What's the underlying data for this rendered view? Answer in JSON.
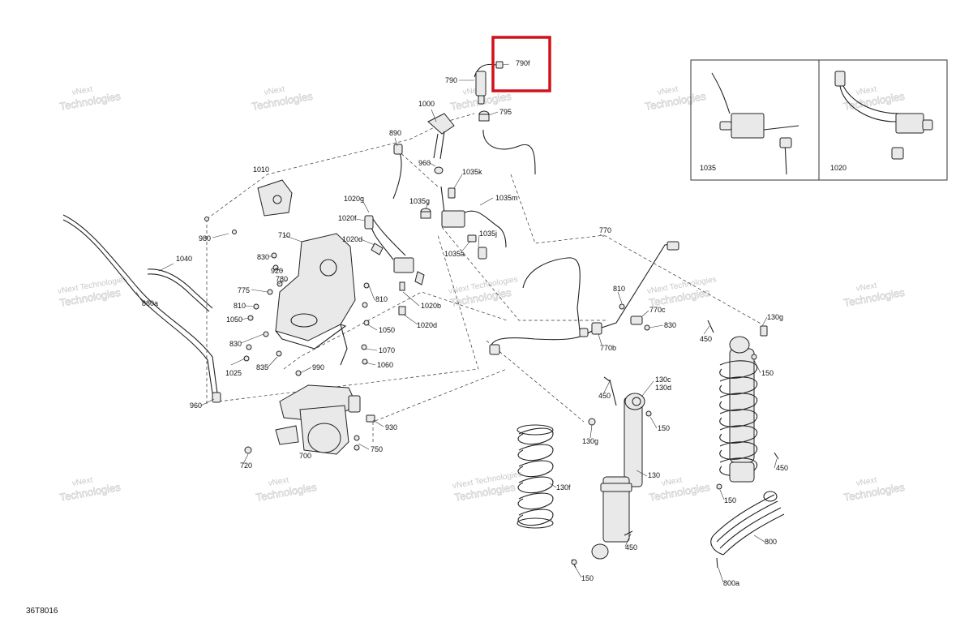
{
  "diagram_id": "36T8016",
  "highlight_color": "#d0121b",
  "watermark": {
    "line1": "vNext",
    "line2": "Technologies",
    "inline": "vNext Technologies"
  },
  "labels": {
    "l790f": "790f",
    "l790": "790",
    "l795": "795",
    "l1000": "1000",
    "l890": "890",
    "l960a": "960",
    "l1035k": "1035k",
    "l1035g": "1035g",
    "l1035m": "1035m",
    "l1010": "1010",
    "l1020g": "1020g",
    "l1020f": "1020f",
    "l1020d": "1020d",
    "l1035j": "1035j",
    "l1035a": "1035a",
    "l980": "980",
    "l710": "710",
    "l830a": "830",
    "l920": "920",
    "l780": "780",
    "l775": "775",
    "l810a": "810",
    "l1050a": "1050",
    "l830b": "830",
    "l1025": "1025",
    "l835": "835",
    "l810b": "810",
    "l1020b": "1020b",
    "l1020d2": "1020d",
    "l1050b": "1050",
    "l1070": "1070",
    "l1060": "1060",
    "l990": "990",
    "l930": "930",
    "l750": "750",
    "l700": "700",
    "l720": "720",
    "l960b": "960",
    "l1040": "1040",
    "l880a": "880a",
    "l770": "770",
    "l810c": "810",
    "l770c": "770c",
    "l830c": "830",
    "l770b": "770b",
    "l130g_top": "130g",
    "l450a": "450",
    "l150a": "150",
    "l130c": "130c",
    "l130d": "130d",
    "l450b": "450",
    "l150b": "150",
    "l130g": "130g",
    "l130": "130",
    "l130f": "130f",
    "l450c": "450",
    "l150c": "150",
    "l450d": "450",
    "l150d": "150",
    "l800": "800",
    "l800a": "800a",
    "l1035": "1035",
    "l1020": "1020"
  }
}
